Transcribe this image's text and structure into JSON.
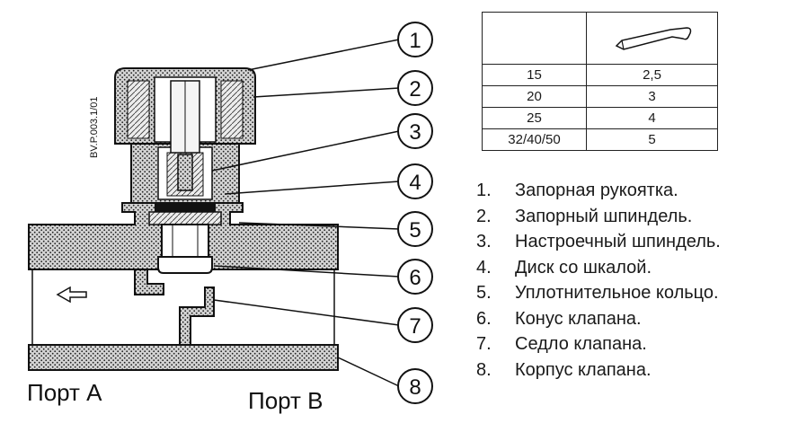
{
  "diagram": {
    "callouts": [
      "1",
      "2",
      "3",
      "4",
      "5",
      "6",
      "7",
      "8"
    ],
    "port_a": "Порт A",
    "port_b": "Порт B",
    "drawing_code": "BV.P.003.1/01",
    "arrow_icon": "flow-direction-arrow-icon"
  },
  "spec_table": {
    "header_icon": "hex-key-icon",
    "rows": [
      {
        "size": "15",
        "key": "2,5"
      },
      {
        "size": "20",
        "key": "3"
      },
      {
        "size": "25",
        "key": "4"
      },
      {
        "size": "32/40/50",
        "key": "5"
      }
    ]
  },
  "parts": [
    {
      "num": "1.",
      "name": "Запорная рукоятка."
    },
    {
      "num": "2.",
      "name": "Запорный шпиндель."
    },
    {
      "num": "3.",
      "name": "Настроечный шпиндель."
    },
    {
      "num": "4.",
      "name": "Диск со шкалой."
    },
    {
      "num": "5.",
      "name": "Уплотнительное кольцо."
    },
    {
      "num": "6.",
      "name": "Конус клапана."
    },
    {
      "num": "7.",
      "name": "Седло клапана."
    },
    {
      "num": "8.",
      "name": "Корпус клапана."
    }
  ]
}
